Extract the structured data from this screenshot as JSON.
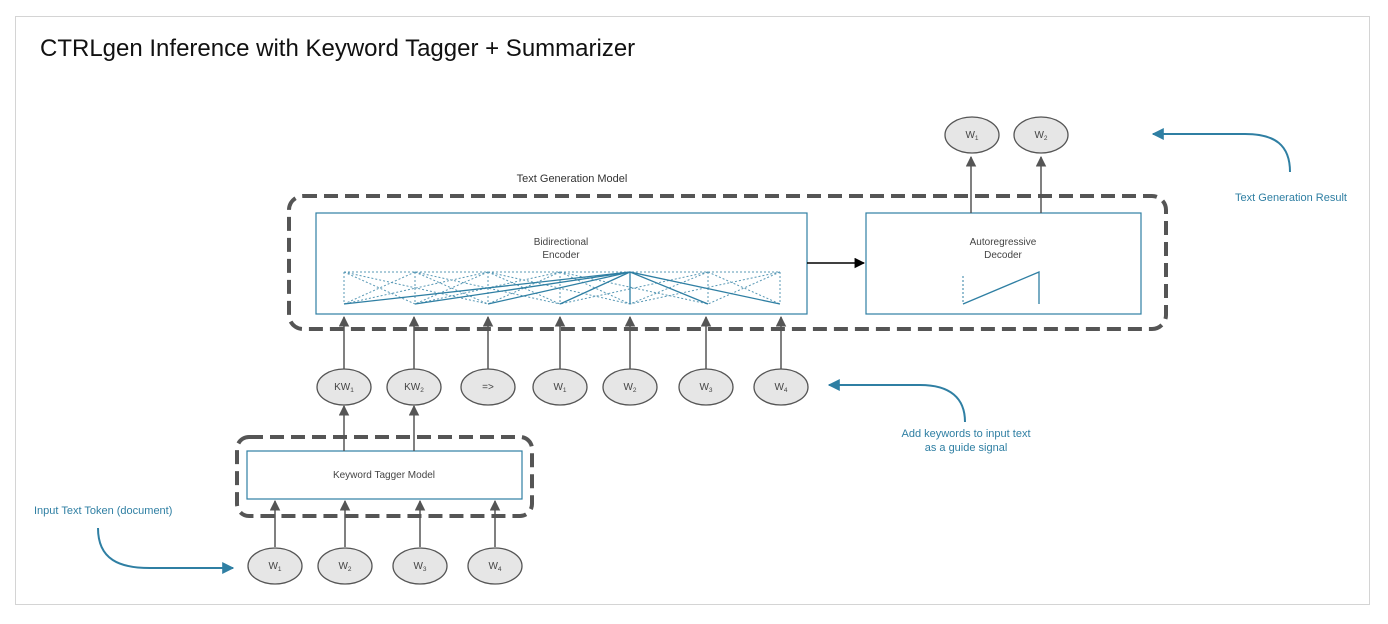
{
  "title": "CTRLgen Inference with Keyword Tagger + Summarizer",
  "colors": {
    "accent": "#2f7fa3",
    "node_fill": "#e6e6e6",
    "dash_border": "#555555",
    "arrow": "#555555"
  },
  "text_generation_model": {
    "label": "Text Generation Model",
    "encoder": [
      "Bidirectional",
      "Encoder"
    ],
    "decoder": [
      "Autoregressive",
      "Decoder"
    ]
  },
  "keyword_tagger": {
    "label": "Keyword Tagger Model"
  },
  "input_tokens": [
    {
      "base": "W",
      "sub": "1"
    },
    {
      "base": "W",
      "sub": "2"
    },
    {
      "base": "W",
      "sub": "3"
    },
    {
      "base": "W",
      "sub": "4"
    }
  ],
  "encoder_inputs": [
    {
      "base": "KW",
      "sub": "1"
    },
    {
      "base": "KW",
      "sub": "2"
    },
    {
      "base": "=>",
      "sub": ""
    },
    {
      "base": "W",
      "sub": "1"
    },
    {
      "base": "W",
      "sub": "2"
    },
    {
      "base": "W",
      "sub": "3"
    },
    {
      "base": "W",
      "sub": "4"
    }
  ],
  "outputs": [
    {
      "base": "W",
      "sub": "1"
    },
    {
      "base": "W",
      "sub": "2"
    }
  ],
  "annotations": {
    "input": "Input Text Token (document)",
    "keywords": [
      "Add keywords to input text",
      "as a guide signal"
    ],
    "result": "Text Generation Result"
  }
}
